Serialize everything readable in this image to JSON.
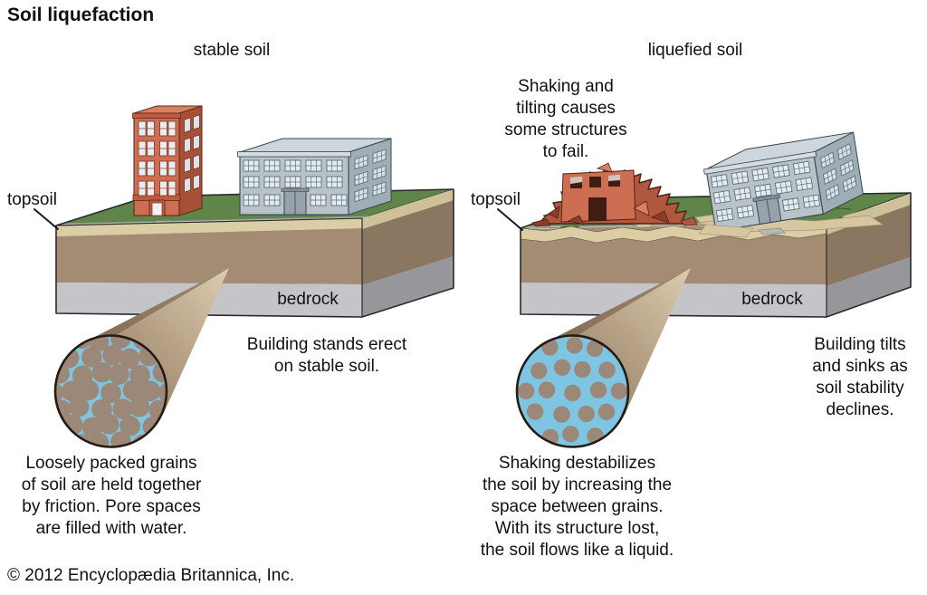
{
  "title": "Soil liquefaction",
  "panels": {
    "stable": {
      "heading": "stable soil",
      "topsoil_label": "topsoil",
      "bedrock_label": "bedrock",
      "building_note": "Building stands erect\non stable soil.",
      "magnifier_note": "Loosely packed grains\nof soil are held together\nby friction. Pore spaces\nare filled with water."
    },
    "liquefied": {
      "heading": "liquefied soil",
      "failure_note": "Shaking and\ntilting causes\nsome structures\nto fail.",
      "topsoil_label": "topsoil",
      "bedrock_label": "bedrock",
      "building_note": "Building tilts\nand sinks as\nsoil stability\ndeclines.",
      "magnifier_note": "Shaking destabilizes\nthe soil by increasing the\nspace between grains.\nWith its structure lost,\nthe soil flows like a liquid."
    }
  },
  "copyright": "© 2012 Encyclopædia Britannica, Inc.",
  "colors": {
    "grass": "#5f8549",
    "sidewalk": "#b6bab6",
    "topsoil": "#dbcea5",
    "topsoil_side": "#cfc197",
    "soil": "#a38b74",
    "soil_side": "#8b7662",
    "bedrock": "#c5c5c9",
    "bedrock_side": "#97979b",
    "water": "#7ec5e4",
    "grain": "#9c8878",
    "cone_dark": "#8a7157",
    "cone_light": "#ddccb0",
    "brick_front": "#cd6e52",
    "brick_side": "#a84f38",
    "brick_roof": "#d9815f",
    "office_front": "#b7c2c9",
    "office_side": "#9fadb6",
    "office_roof": "#ccd6dc"
  }
}
